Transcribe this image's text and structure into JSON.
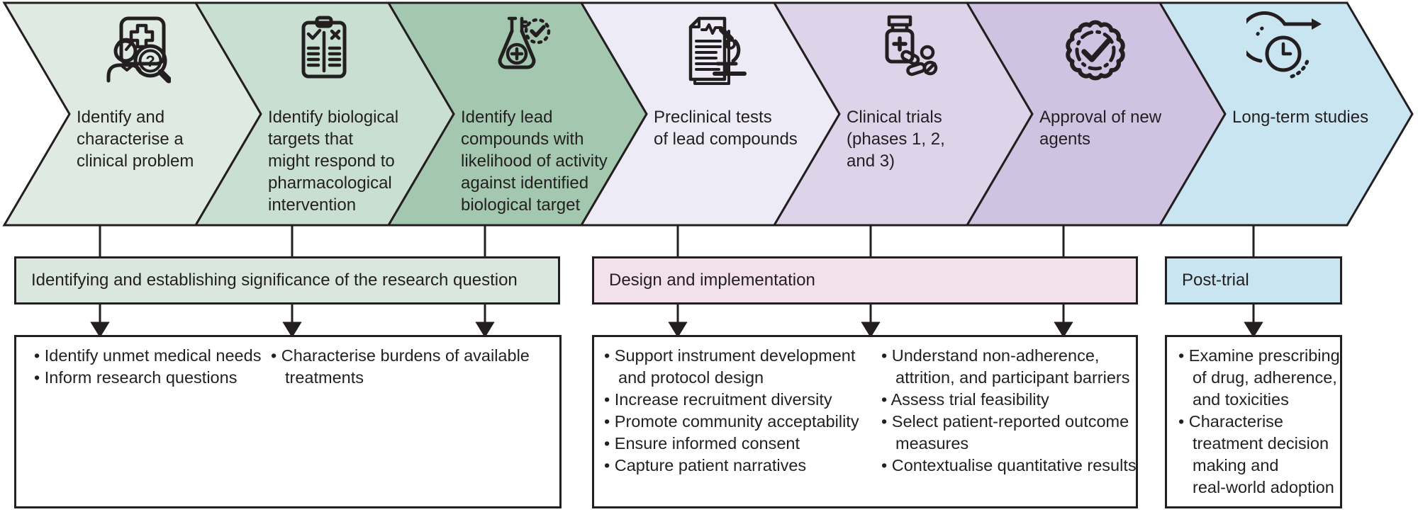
{
  "figure": {
    "background": "#ffffff",
    "line_color": "#231f20"
  },
  "chevrons": [
    {
      "label": "Identify and\ncharacterise a\nclinical problem",
      "icon": "clinician-search-icon",
      "color": "#dfeae3"
    },
    {
      "label": "Identify biological\ntargets that\nmight respond to\npharmacological\nintervention",
      "icon": "checklist-clipboard-icon",
      "color": "#c9dfd1"
    },
    {
      "label": "Identify lead\ncompounds with\nlikelihood of activity\nagainst identified\nbiological target",
      "icon": "flask-check-icon",
      "color": "#a3c7af"
    },
    {
      "label": "Preclinical tests\nof lead compounds",
      "icon": "document-microscope-icon",
      "color": "#edebf5"
    },
    {
      "label": "Clinical trials\n(phases 1, 2,\nand 3)",
      "icon": "pill-bottle-icon",
      "color": "#ded4e9"
    },
    {
      "label": "Approval of new\nagents",
      "icon": "approval-badge-icon",
      "color": "#d0c3e2"
    },
    {
      "label": "Long-term studies",
      "icon": "history-clock-icon",
      "color": "#c9e5f1"
    }
  ],
  "phases": [
    {
      "title": "Identifying and establishing significance of the research question",
      "color": "#d9e7de",
      "columns": [
        [
          "Identify unmet medical needs",
          "Inform research questions"
        ],
        [
          "Characterise burdens of available\ntreatments"
        ]
      ]
    },
    {
      "title": "Design and implementation",
      "color": "#f2e0ea",
      "columns": [
        [
          "Support instrument development\nand protocol design",
          "Increase recruitment diversity",
          "Promote community acceptability",
          "Ensure informed consent",
          "Capture patient narratives"
        ],
        [
          "Understand non-adherence,\nattrition, and participant barriers",
          "Assess trial feasibility",
          "Select patient-reported outcome\nmeasures",
          "Contextualise quantitative results"
        ]
      ]
    },
    {
      "title": "Post-trial",
      "color": "#c9e5f2",
      "columns": [
        [
          "Examine prescribing\nof drug, adherence,\nand toxicities",
          "Characterise\ntreatment decision\nmaking and\nreal-world adoption"
        ]
      ]
    }
  ]
}
